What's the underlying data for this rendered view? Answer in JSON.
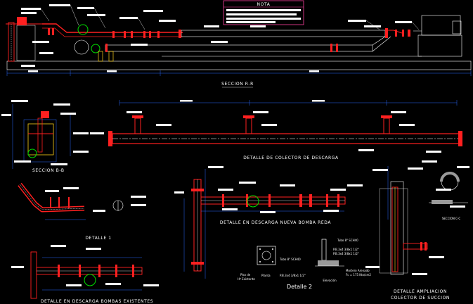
{
  "drawing": {
    "background": "#000000",
    "colors": {
      "pipe": "#ff2020",
      "pipe_line": "#ffffff",
      "dimension": "#2a6bff",
      "dimension_text": "#ffffff",
      "valve": "#ff2020",
      "highlight": "#00e000",
      "note_box": "#ff40a0",
      "equipment": "#ffffff",
      "annotation_box": "#ffffff",
      "grey": "#9a9a9a",
      "yellow": "#ffd21a"
    },
    "nota_title": "NOTA",
    "labels": {
      "seccion_rr": "SECCION R-R",
      "seccion_bb": "SECCION B-B",
      "colector_descarga": "DETALLE DE COLECTOR DE DESCARGA",
      "detalle_1": "DETALLE 1",
      "descarga_nueva": "DETALLE EN DESCARGA NUEVA BOMBA REDA",
      "descarga_existentes": "DETALLE EN DESCARGA BOMBAS EXISTENTES",
      "seccion_cc": "SECCION C-C",
      "ampliacion_1": "DETALLE AMPLIACION",
      "ampliacion_2": "COLECTOR DE SUCCION",
      "detalle_2": "Detalle 2",
      "elevacion": "Elevación",
      "planta": "Planta",
      "tubo_sch40_a": "Tubo 8\" SCH40",
      "tubo_sch40_b": "Tubo 8\" SCH40",
      "perno_1": "P.B.3x4 3/8x1 1/2\"",
      "perno_2": "P.B.3x4 3/8x1 1/2\"",
      "perno_3": "P.B.3x4 3/8x1 1/2\"",
      "mortero_1": "Mortero Arenado",
      "mortero_2": "Fc = 175 Kto/cm2",
      "piso_1": "Piso de",
      "piso_2": "Hº Existente"
    }
  }
}
